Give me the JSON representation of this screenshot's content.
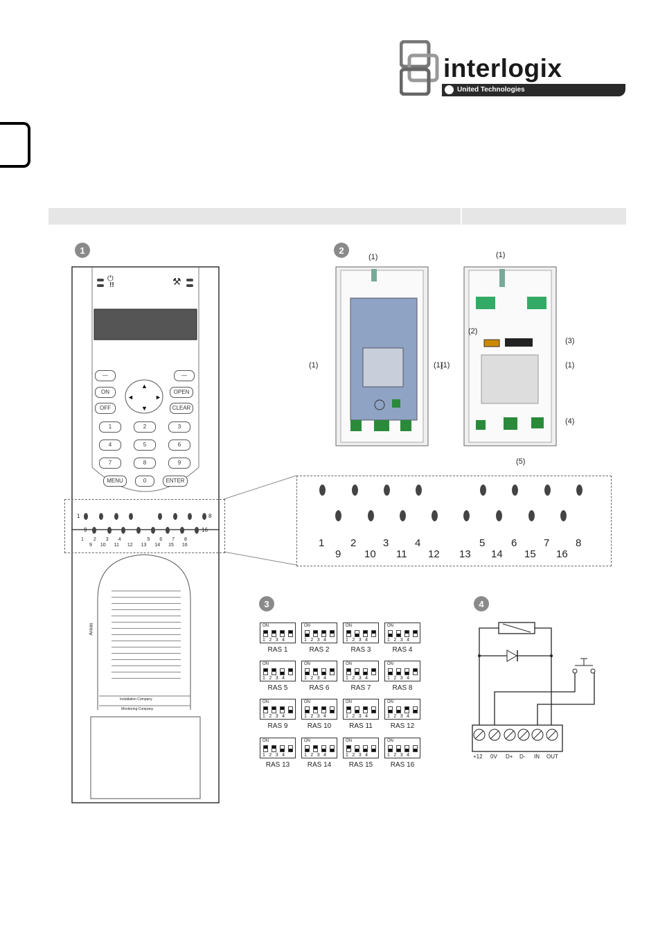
{
  "brand": {
    "name": "interlogix",
    "sub": "United Technologies"
  },
  "figures": {
    "f1": "1",
    "f2": "2",
    "f3": "3",
    "f4": "4"
  },
  "keypad": {
    "keys": [
      "ON",
      "OFF",
      "OPEN",
      "CLEAR",
      "1",
      "2",
      "3",
      "4",
      "5",
      "6",
      "7",
      "8",
      "9",
      "MENU",
      "0",
      "ENTER"
    ],
    "led_top_numbers": [
      "1",
      "8"
    ],
    "led_mid_numbers": [
      "9",
      "16"
    ],
    "led_bottom_row1": [
      "1",
      "2",
      "3",
      "4",
      "5",
      "6",
      "7",
      "8"
    ],
    "led_bottom_row2": [
      "9",
      "10",
      "11",
      "12",
      "13",
      "14",
      "15",
      "16"
    ],
    "card_title": "Areas",
    "card_lines": [
      "Installation Company",
      "Monitoring Company"
    ]
  },
  "zoom": {
    "row1": [
      "1",
      "2",
      "3",
      "4",
      "5",
      "6",
      "7",
      "8"
    ],
    "row2": [
      "9",
      "10",
      "11",
      "12",
      "13",
      "14",
      "15",
      "16"
    ]
  },
  "back_labels": {
    "a1": "(1)",
    "a2": "(1)",
    "a3": "(1)",
    "b1": "(1)",
    "b2": "(2)",
    "b3": "(3)",
    "b4": "(1)",
    "b5": "(1)",
    "b6": "(4)",
    "b7": "(5)"
  },
  "dip": {
    "on_label": "ON",
    "nums": "1234",
    "settings": [
      {
        "label": "RAS 1",
        "pattern": [
          1,
          1,
          1,
          1
        ]
      },
      {
        "label": "RAS 2",
        "pattern": [
          0,
          1,
          1,
          1
        ]
      },
      {
        "label": "RAS 3",
        "pattern": [
          1,
          0,
          1,
          1
        ]
      },
      {
        "label": "RAS 4",
        "pattern": [
          0,
          0,
          1,
          1
        ]
      },
      {
        "label": "RAS 5",
        "pattern": [
          1,
          1,
          0,
          1
        ]
      },
      {
        "label": "RAS 6",
        "pattern": [
          0,
          1,
          0,
          1
        ]
      },
      {
        "label": "RAS 7",
        "pattern": [
          1,
          0,
          0,
          1
        ]
      },
      {
        "label": "RAS 8",
        "pattern": [
          0,
          0,
          0,
          1
        ]
      },
      {
        "label": "RAS 9",
        "pattern": [
          1,
          1,
          1,
          0
        ]
      },
      {
        "label": "RAS 10",
        "pattern": [
          0,
          1,
          1,
          0
        ]
      },
      {
        "label": "RAS 11",
        "pattern": [
          1,
          0,
          1,
          0
        ]
      },
      {
        "label": "RAS 12",
        "pattern": [
          0,
          0,
          1,
          0
        ]
      },
      {
        "label": "RAS 13",
        "pattern": [
          1,
          1,
          0,
          0
        ]
      },
      {
        "label": "RAS 14",
        "pattern": [
          0,
          1,
          0,
          0
        ]
      },
      {
        "label": "RAS 15",
        "pattern": [
          1,
          0,
          0,
          0
        ]
      },
      {
        "label": "RAS 16",
        "pattern": [
          0,
          0,
          0,
          0
        ]
      }
    ]
  },
  "terminals": [
    "+12",
    "0V",
    "D+",
    "D-",
    "IN",
    "OUT"
  ]
}
